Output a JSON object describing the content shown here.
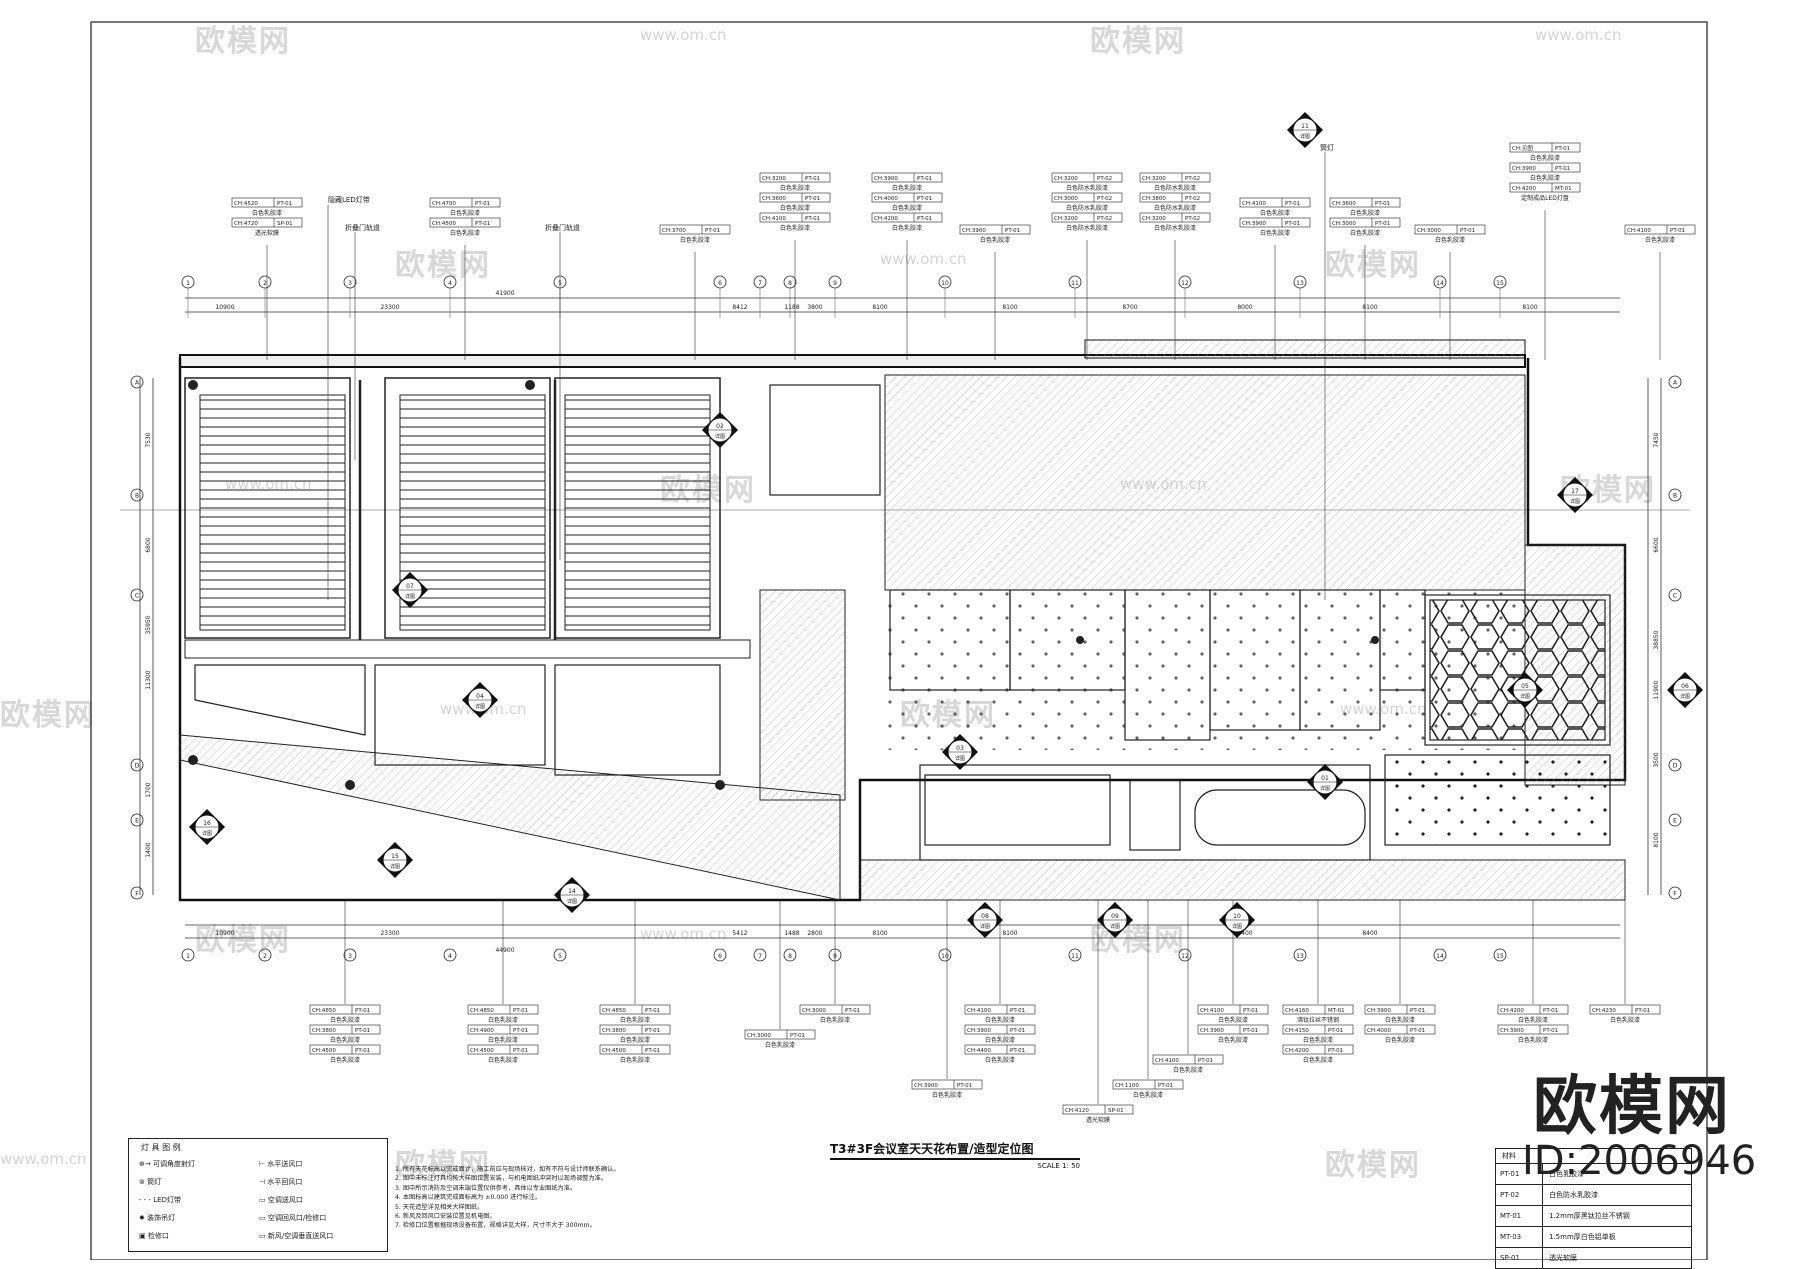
{
  "drawing": {
    "title": "T3#3F会议室天天花布置/造型定位图",
    "scale": "SCALE 1: 50"
  },
  "watermark": {
    "brand_text": "欧模网",
    "url_text": "www.om.cn",
    "id_text": "ID:2006946"
  },
  "dimensions_top": {
    "overall": "41900",
    "segments": [
      "10900",
      "23300",
      "8412",
      "1188",
      "3800",
      "8100",
      "8100",
      "8700",
      "8000",
      "8100",
      "8100"
    ]
  },
  "dimensions_bottom": {
    "overall": "44900",
    "segments": [
      "10900",
      "23300",
      "5412",
      "1488",
      "2800",
      "8100",
      "8100",
      "8400",
      "8400"
    ]
  },
  "dimensions_left": [
    "7530",
    "6800",
    "35950",
    "11300",
    "1700",
    "1400"
  ],
  "dimensions_right": [
    "7450",
    "6600",
    "38850",
    "11900",
    "3500",
    "8100"
  ],
  "ceiling_tags_top": [
    {
      "lines": [
        "CH:4520 | PT-01",
        "白色乳胶漆",
        "CH:4720 | SP-01",
        "透光软膜"
      ]
    },
    {
      "lines": [
        "CH:4700 | PT-01",
        "白色乳胶漆",
        "CH:4500 | PT-01",
        "白色乳胶漆"
      ]
    },
    {
      "lines": [
        "CH:3700 | PT-01",
        "白色乳胶漆"
      ]
    },
    {
      "lines": [
        "CH:3200 | PT-01",
        "白色乳胶漆",
        "CH:3600 | PT-01",
        "白色乳胶漆",
        "CH:4100 | PT-01",
        "白色乳胶漆"
      ]
    },
    {
      "lines": [
        "CH:3900 | PT-01",
        "白色乳胶漆",
        "CH:4000 | PT-01",
        "白色乳胶漆",
        "CH:4200 | PT-01",
        "白色乳胶漆"
      ]
    },
    {
      "lines": [
        "CH:3900 | PT-01",
        "白色乳胶漆"
      ]
    },
    {
      "lines": [
        "CH:3200 | PT-02",
        "白色防水乳胶漆",
        "CH:3000 | PT-02",
        "白色防水乳胶漆",
        "CH:3200 | PT-02",
        "白色防水乳胶漆"
      ]
    },
    {
      "lines": [
        "CH:3200 | PT-02",
        "白色防水乳胶漆",
        "CH:3800 | PT-02",
        "白色防水乳胶漆",
        "CH:3200 | PT-02",
        "白色防水乳胶漆"
      ]
    },
    {
      "lines": [
        "CH:4100 | PT-01",
        "白色乳胶漆",
        "CH:3900 | PT-01",
        "白色乳胶漆"
      ]
    },
    {
      "lines": [
        "CH:3600 | PT-01",
        "白色乳胶漆",
        "CH:3000 | PT-01",
        "白色乳胶漆"
      ]
    },
    {
      "lines": [
        "CH:3000 | PT-01",
        "白色乳胶漆"
      ]
    },
    {
      "lines": [
        "CH:见图 | PT-01",
        "白色乳胶漆",
        "CH:3900 | PT-01",
        "白色乳胶漆",
        "CH:4200 | MT-01",
        "定制成品LED灯盘"
      ]
    },
    {
      "lines": [
        "CH:4100 | PT-01",
        "白色乳胶漆"
      ]
    }
  ],
  "ceiling_tags_bottom": [
    {
      "lines": [
        "CH:4850 | PT-01",
        "白色乳胶漆",
        "CH:3800 | PT-01",
        "白色乳胶漆",
        "CH:4500 | PT-01",
        "白色乳胶漆"
      ]
    },
    {
      "lines": [
        "CH:4850 | PT-01",
        "白色乳胶漆",
        "CH:4900 | PT-01",
        "白色乳胶漆",
        "CH:4500 | PT-01",
        "白色乳胶漆"
      ]
    },
    {
      "lines": [
        "CH:4850 | PT-01",
        "白色乳胶漆",
        "CH:3800 | PT-01",
        "白色乳胶漆",
        "CH:4500 | PT-01",
        "白色乳胶漆"
      ]
    },
    {
      "lines": [
        "CH:3000 | PT-01",
        "白色乳胶漆"
      ]
    },
    {
      "lines": [
        "CH:3000 | PT-01",
        "白色乳胶漆"
      ]
    },
    {
      "lines": [
        "CH:4100 | PT-01",
        "白色乳胶漆",
        "CH:3900 | PT-01",
        "白色乳胶漆",
        "CH:4400 | PT-01",
        "白色乳胶漆"
      ]
    },
    {
      "lines": [
        "CH:3900 | PT-01",
        "白色乳胶漆"
      ]
    },
    {
      "lines": [
        "CH:1100 | PT-01",
        "白色乳胶漆"
      ]
    },
    {
      "lines": [
        "CH:4120 | SP-01",
        "透光软膜"
      ]
    },
    {
      "lines": [
        "CH:4100 | PT-01",
        "白色乳胶漆"
      ]
    },
    {
      "lines": [
        "CH:4100 | PT-01",
        "白色乳胶漆",
        "CH:3900 | PT-01",
        "白色乳胶漆"
      ]
    },
    {
      "lines": [
        "CH:4160 | MT-01",
        "沸钛拉丝不锈钢",
        "CH:4150 | PT-01",
        "白色乳胶漆",
        "CH:4200 | PT-01",
        "白色乳胶漆"
      ]
    },
    {
      "lines": [
        "CH:3900 | PT-01",
        "白色乳胶漆",
        "CH:4000 | PT-01",
        "白色乳胶漆"
      ]
    },
    {
      "lines": [
        "CH:4200 | PT-01",
        "白色乳胶漆",
        "CH:3900 | PT-01",
        "白色乳胶漆"
      ]
    },
    {
      "lines": [
        "CH:4230 | PT-01",
        "白色乳胶漆"
      ]
    }
  ],
  "annotations": [
    "隐藏LED灯带",
    "折叠门轨道",
    "折叠门轨道",
    "筒灯"
  ],
  "legend": {
    "title": "灯 具 图 例",
    "items": [
      {
        "icon": "adjustable-spotlight-icon",
        "label": "可调角度射灯"
      },
      {
        "icon": "downlight-icon",
        "label": "筒灯"
      },
      {
        "icon": "led-strip-icon",
        "label": "LED灯带"
      },
      {
        "icon": "chandelier-icon",
        "label": "装饰吊灯"
      },
      {
        "icon": "access-panel-icon",
        "label": "检修口"
      },
      {
        "icon": "supply-vent-icon",
        "label": "水平送风口"
      },
      {
        "icon": "return-vent-icon",
        "label": "水平回风口"
      },
      {
        "icon": "ac-supply-icon",
        "label": "空调送风口"
      },
      {
        "icon": "ac-return-icon",
        "label": "空调回风口/检修口"
      },
      {
        "icon": "fresh-air-icon",
        "label": "新风/空调垂直送风口"
      }
    ]
  },
  "notes": [
    "1. 所有天花标高以完成面计，施工前应与现场核对，如有不符与设计师联系确认。",
    "2. 图中未标注灯具均按大样图位置安装，与机电图纸冲突时以现场调整为准。",
    "3. 图中所示消防及空调末端位置仅供参考，具体以专业图纸为准。",
    "4. 本图标高以建筑完成面标高为 ±0.000 进行标注。",
    "5. 天花造型详见相关大样图纸。",
    "6. 新风及回风口安装位置见机电图。",
    "7. 检修口位置根据现场设备布置，规格详见大样，尺寸不大于 300mm。"
  ],
  "materials": {
    "header": "材料",
    "rows": [
      {
        "code": "PT-01",
        "desc": "白色乳胶漆"
      },
      {
        "code": "PT-02",
        "desc": "白色防水乳胶漆"
      },
      {
        "code": "MT-01",
        "desc": "1.2mm厚黑钛拉丝不锈钢"
      },
      {
        "code": "MT-03",
        "desc": "1.5mm厚白色铝单板"
      },
      {
        "code": "SP-01",
        "desc": "透光软膜"
      }
    ]
  },
  "sections": [
    {
      "id": "01",
      "sheet": "详图"
    },
    {
      "id": "02",
      "sheet": "详图"
    },
    {
      "id": "03",
      "sheet": "详图"
    },
    {
      "id": "04",
      "sheet": "详图"
    },
    {
      "id": "05",
      "sheet": "详图"
    },
    {
      "id": "06",
      "sheet": "详图"
    },
    {
      "id": "07",
      "sheet": "详图"
    },
    {
      "id": "08",
      "sheet": "详图"
    },
    {
      "id": "09",
      "sheet": "详图"
    },
    {
      "id": "10",
      "sheet": "详图"
    },
    {
      "id": "11",
      "sheet": "详图"
    },
    {
      "id": "14",
      "sheet": "详图"
    },
    {
      "id": "15",
      "sheet": "详图"
    },
    {
      "id": "16",
      "sheet": "详图"
    },
    {
      "id": "17",
      "sheet": "详图"
    }
  ],
  "grid_marks": {
    "top": [
      "1",
      "2",
      "3",
      "4",
      "5",
      "6",
      "7",
      "8",
      "9",
      "10",
      "11",
      "12",
      "13",
      "14",
      "15"
    ],
    "side": [
      "A",
      "B",
      "C",
      "D",
      "E",
      "F"
    ]
  },
  "colors": {
    "line": "#1a1a1a",
    "hatch": "#7a7a7a",
    "watermark": "#d8d8d8",
    "background": "#ffffff"
  }
}
